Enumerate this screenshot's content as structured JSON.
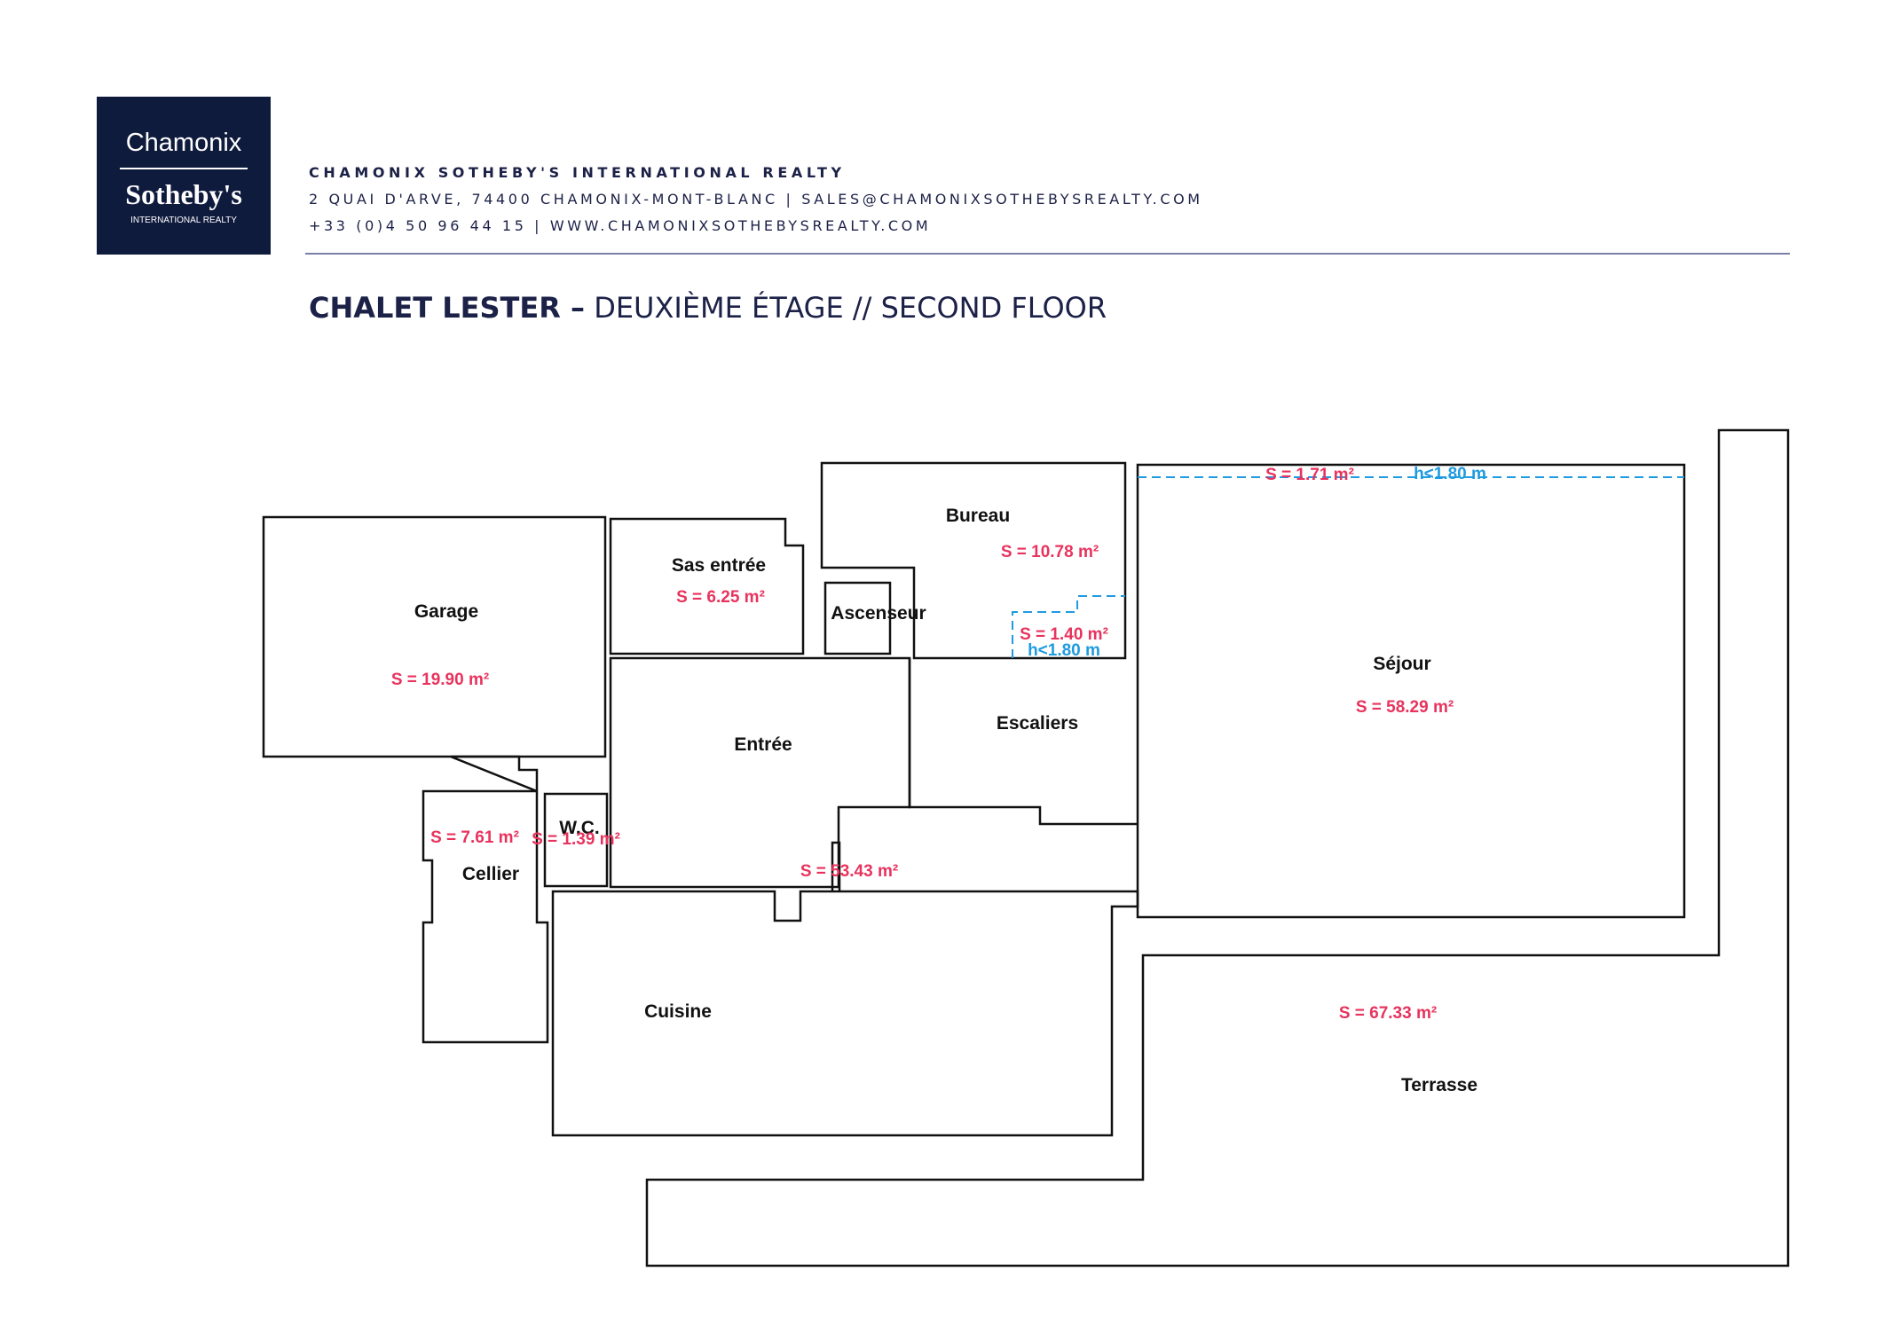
{
  "logo": {
    "line1": "Chamonix",
    "line2": "Sotheby's",
    "line3": "INTERNATIONAL REALTY"
  },
  "header": {
    "company": "CHAMONIX SOTHEBY'S INTERNATIONAL REALTY",
    "address": "2 QUAI D'ARVE, 74400 CHAMONIX-MONT-BLANC  |  SALES@CHAMONIXSOTHEBYSREALTY.COM",
    "phone": "+33 (0)4 50 96 44 15  |  WWW.CHAMONIXSOTHEBYSREALTY.COM"
  },
  "title": {
    "bold": "CHALET LESTER –",
    "rest": " DEUXIÈME ÉTAGE // SECOND FLOOR"
  },
  "rooms": {
    "garage": {
      "label": "Garage",
      "area": "S = 19.90 m²"
    },
    "sas_entree": {
      "label": "Sas entrée",
      "area": "S = 6.25 m²"
    },
    "bureau": {
      "label": "Bureau",
      "area": "S = 10.78 m²"
    },
    "ascenseur": {
      "label": "Ascenseur"
    },
    "bureau_low": {
      "area": "S = 1.40 m²",
      "height_note": "h<1.80 m"
    },
    "sejour_low": {
      "area": "S = 1.71 m²",
      "height_note": "h<1.80 m"
    },
    "sejour": {
      "label": "Séjour",
      "area": "S = 58.29 m²"
    },
    "escaliers": {
      "label": "Escaliers"
    },
    "entree": {
      "label": "Entrée"
    },
    "cellier": {
      "label": "Cellier",
      "area": "S = 7.61 m²"
    },
    "wc": {
      "label": "W.C.",
      "area": "S = 1.39 m²"
    },
    "main_area": {
      "area": "S = 53.43 m²"
    },
    "cuisine": {
      "label": "Cuisine"
    },
    "terrasse": {
      "label": "Terrasse",
      "area": "S = 67.33 m²"
    }
  },
  "colors": {
    "brand_navy": "#0f1b3d",
    "area_label": "#e8335e",
    "low_height": "#1f9be0"
  }
}
